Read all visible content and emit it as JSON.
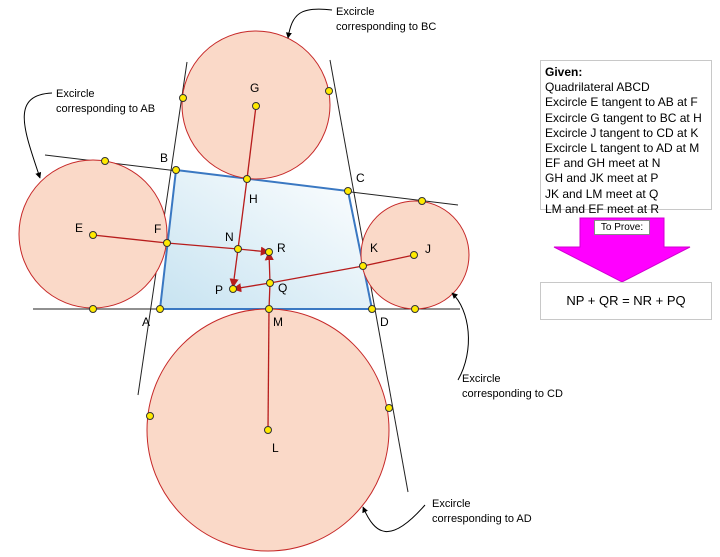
{
  "points": {
    "A": "A",
    "B": "B",
    "C": "C",
    "D": "D",
    "E": "E",
    "F": "F",
    "G": "G",
    "H": "H",
    "J": "J",
    "K": "K",
    "L": "L",
    "M": "M",
    "N": "N",
    "P": "P",
    "Q": "Q",
    "R": "R"
  },
  "callouts": {
    "bc": [
      "Excircle",
      "corresponding to BC"
    ],
    "ab": [
      "Excircle",
      "corresponding to AB"
    ],
    "cd": [
      "Excircle",
      "corresponding to CD"
    ],
    "ad": [
      "Excircle",
      "corresponding to AD"
    ]
  },
  "given": {
    "heading": "Given:",
    "lines": [
      "Quadrilateral ABCD",
      "Excircle E tangent to AB at F",
      "Excircle G tangent to BC at H",
      "Excircle J tangent to CD at K",
      "Excircle L tangent to AD at M",
      "EF and GH meet at N",
      "GH and JK meet at P",
      "JK and LM meet at Q",
      "LM and EF meet at R"
    ]
  },
  "to_prove": {
    "label": "To Prove:",
    "statement": "NP + QR = NR + PQ"
  },
  "colors": {
    "circle_fill": "#fad9c8",
    "circle_stroke": "#c62828",
    "quad_stroke": "#3a78c2",
    "segment": "#b71c1c",
    "point": "#ffea00",
    "arrow_magenta": "#ff00ff"
  }
}
